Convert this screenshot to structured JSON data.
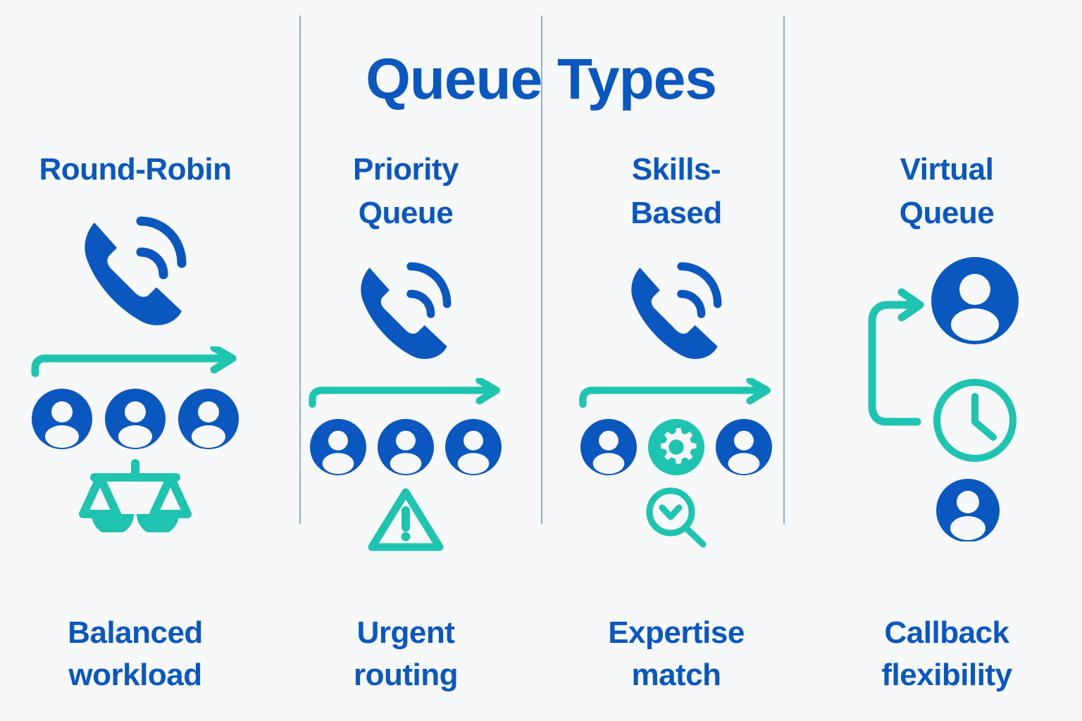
{
  "page": {
    "title": "Queue Types",
    "background_color": "#F7F8F9",
    "primary_color": "#0B57C0",
    "accent_color": "#1EC4B0",
    "divider_color": "#8FAED6"
  },
  "columns": [
    {
      "id": "round-robin",
      "heading": "Round-Robin",
      "caption_line1": "Balanced",
      "caption_line2": "workload",
      "icons": [
        "phone-call-icon",
        "arrow-right-icon",
        "person-icon",
        "person-icon",
        "person-icon",
        "balance-scale-icon"
      ],
      "person_count": 3,
      "badge_icon": "balance-scale-icon"
    },
    {
      "id": "priority-queue",
      "heading_line1": "Priority",
      "heading_line2": "Queue",
      "caption_line1": "Urgent",
      "caption_line2": "routing",
      "icons": [
        "phone-call-icon",
        "arrow-right-icon",
        "person-icon",
        "person-icon",
        "person-icon",
        "warning-triangle-icon"
      ],
      "person_count": 3,
      "badge_icon": "warning-triangle-icon"
    },
    {
      "id": "skills-based",
      "heading_line1": "Skills-",
      "heading_line2": "Based",
      "caption_line1": "Expertise",
      "caption_line2": "match",
      "icons": [
        "phone-call-icon",
        "arrow-right-icon",
        "person-icon",
        "gear-icon",
        "person-icon",
        "magnifier-check-icon"
      ],
      "person_count": 2,
      "badge_icon": "magnifier-check-icon"
    },
    {
      "id": "virtual-queue",
      "heading_line1": "Virtual",
      "heading_line2": "Queue",
      "caption_line1": "Callback",
      "caption_line2": "flexibility",
      "icons": [
        "person-icon",
        "curved-arrow-icon",
        "clock-icon",
        "person-icon"
      ],
      "person_count": 2,
      "badge_icon": "clock-icon"
    }
  ]
}
